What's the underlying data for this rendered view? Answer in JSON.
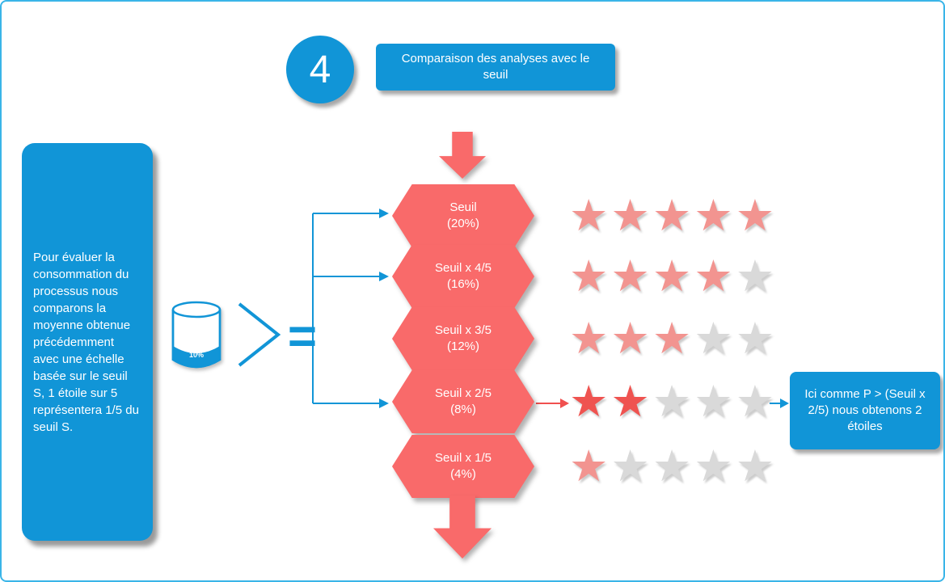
{
  "step": {
    "number": "4",
    "title": "Comparaison des analyses avec le seuil"
  },
  "description_panel": {
    "text": "Pour évaluer la consommation du processus nous comparons la moyenne obtenue précédemment avec une échelle basée sur le seuil S, 1 étoile sur 5 représentera 1/5 du seuil S."
  },
  "database": {
    "value": "10%"
  },
  "operators": {
    "greater_than": ">",
    "equals": "="
  },
  "scale_rows": [
    {
      "label": "Seuil",
      "percent": "(20%)",
      "stars_filled": 5,
      "highlight": false
    },
    {
      "label": "Seuil x 4/5",
      "percent": "(16%)",
      "stars_filled": 4,
      "highlight": false
    },
    {
      "label": "Seuil x 3/5",
      "percent": "(12%)",
      "stars_filled": 3,
      "highlight": false
    },
    {
      "label": "Seuil x 2/5",
      "percent": "(8%)",
      "stars_filled": 2,
      "highlight": true
    },
    {
      "label": "Seuil x 1/5",
      "percent": "(4%)",
      "stars_filled": 1,
      "highlight": false
    }
  ],
  "stars_total": 5,
  "callout": {
    "text": "Ici comme P > (Seuil x 2/5) nous obtenons 2 étoiles"
  },
  "colors": {
    "blue": "#1195d7",
    "salmon": "#f96a6a",
    "star_filled": "#f29490",
    "star_highlight": "#ef5350",
    "star_empty": "#d9d9d9"
  }
}
